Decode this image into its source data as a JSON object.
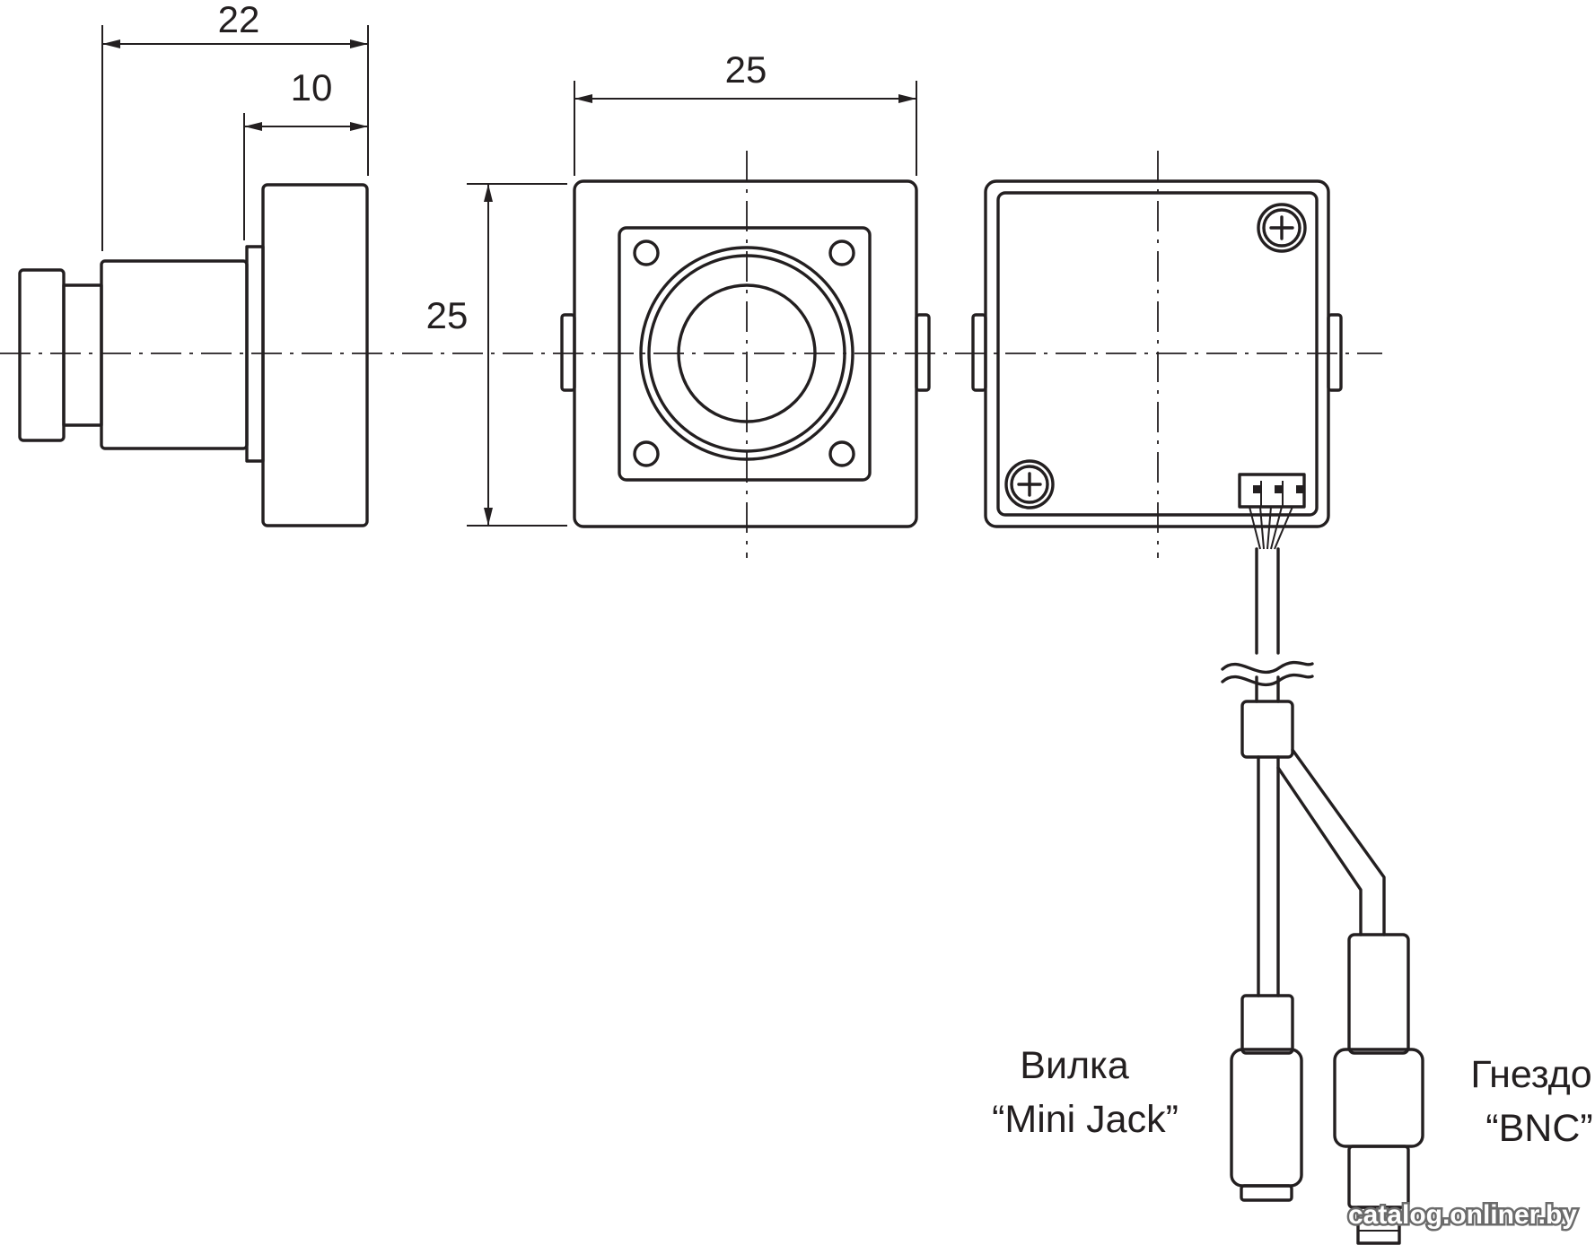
{
  "dimensions": {
    "side_total": "22",
    "side_body": "10",
    "front_width": "25",
    "front_height": "25"
  },
  "connectors": {
    "mini_jack_line1": "Вилка",
    "mini_jack_line2": "“Mini Jack”",
    "bnc_line1": "Гнездо",
    "bnc_line2": "“BNC”"
  },
  "watermark": "catalog.onliner.by"
}
